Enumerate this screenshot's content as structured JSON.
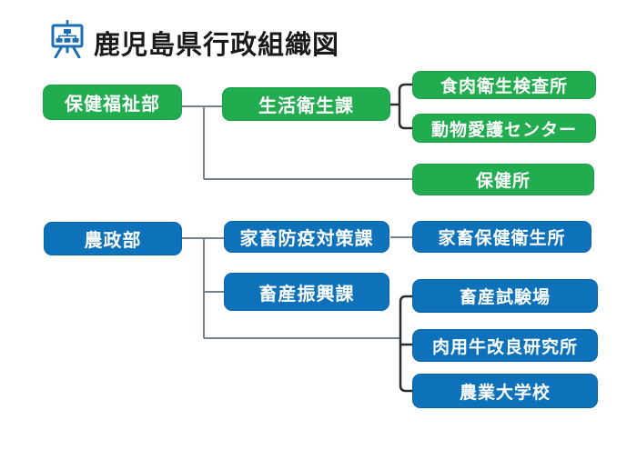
{
  "header": {
    "title": "鹿児島県行政組織図",
    "icon": "presentation-board-org-chart-icon"
  },
  "colors": {
    "green_box": "#22ac50",
    "blue_box": "#0e72ba",
    "icon_blue": "#1b6fb5",
    "connector_gray": "#76808a",
    "bracket_dark": "#2b2b2b",
    "box_text": "#ffffff",
    "title_text": "#1a1a1a"
  },
  "nodes": {
    "health_welfare_dept": {
      "label": "保健福祉部",
      "color": "green"
    },
    "life_hygiene_div": {
      "label": "生活衛生課",
      "color": "green"
    },
    "meat_inspection_center": {
      "label": "食肉衛生検査所",
      "color": "green"
    },
    "animal_welfare_center": {
      "label": "動物愛護センター",
      "color": "green"
    },
    "health_center": {
      "label": "保健所",
      "color": "green"
    },
    "agri_policy_dept": {
      "label": "農政部",
      "color": "blue"
    },
    "livestock_disease_div": {
      "label": "家畜防疫対策課",
      "color": "blue"
    },
    "livestock_hygiene_station": {
      "label": "家畜保健衛生所",
      "color": "blue"
    },
    "livestock_promotion_div": {
      "label": "畜産振興課",
      "color": "blue"
    },
    "livestock_experiment_station": {
      "label": "畜産試験場",
      "color": "blue"
    },
    "beef_cattle_research_inst": {
      "label": "肉用牛改良研究所",
      "color": "blue"
    },
    "agri_college": {
      "label": "農業大学校",
      "color": "blue"
    }
  },
  "structure": {
    "保健福祉部": {
      "生活衛生課": [
        "食肉衛生検査所",
        "動物愛護センター"
      ],
      "children": [
        "保健所"
      ]
    },
    "農政部": {
      "家畜防疫対策課": [
        "家畜保健衛生所"
      ],
      "畜産振興課": [],
      "children": [
        "畜産試験場",
        "肉用牛改良研究所",
        "農業大学校"
      ]
    }
  }
}
